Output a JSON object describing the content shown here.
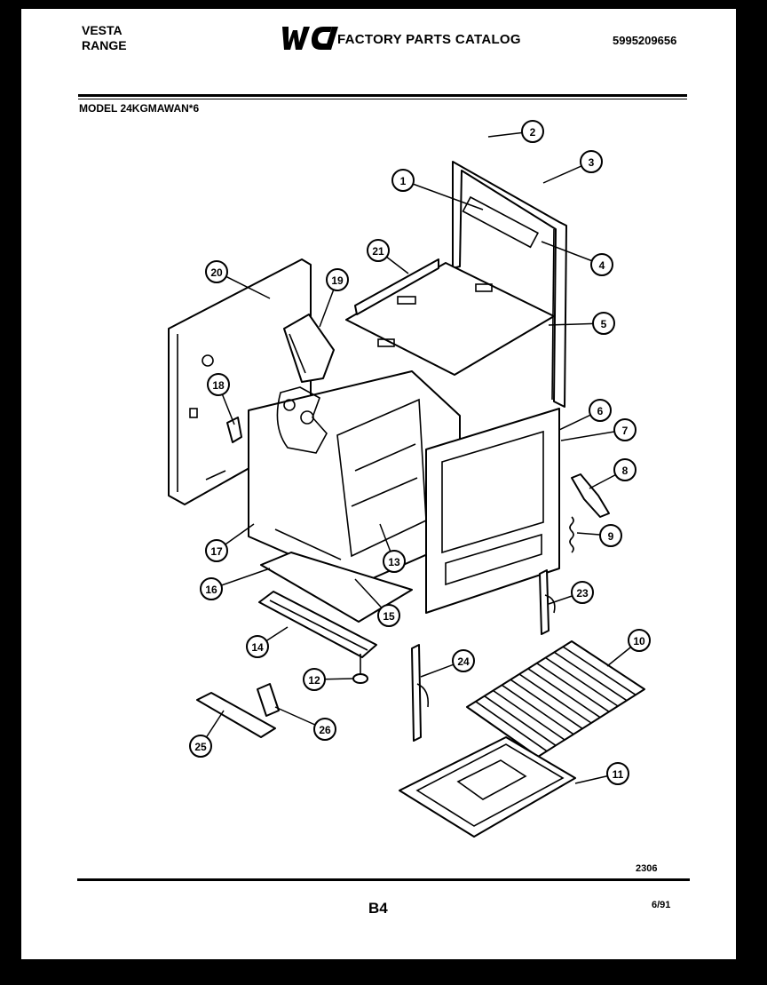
{
  "header": {
    "brand_line1": "VESTA",
    "brand_line2": "RANGE",
    "logo_text": "WCI",
    "catalog_title": "FACTORY PARTS CATALOG",
    "catalog_number": "5995209656",
    "model": "MODEL 24KGMAWAN*6"
  },
  "footer": {
    "figure_code": "2306",
    "page_label": "B4",
    "date": "6/91"
  },
  "callouts": [
    "1",
    "2",
    "3",
    "4",
    "5",
    "6",
    "7",
    "8",
    "9",
    "10",
    "11",
    "12",
    "13",
    "14",
    "15",
    "16",
    "17",
    "18",
    "19",
    "20",
    "21",
    "23",
    "24",
    "25",
    "26"
  ],
  "colors": {
    "ink": "#000000",
    "paper": "#ffffff",
    "border": "#000000"
  }
}
